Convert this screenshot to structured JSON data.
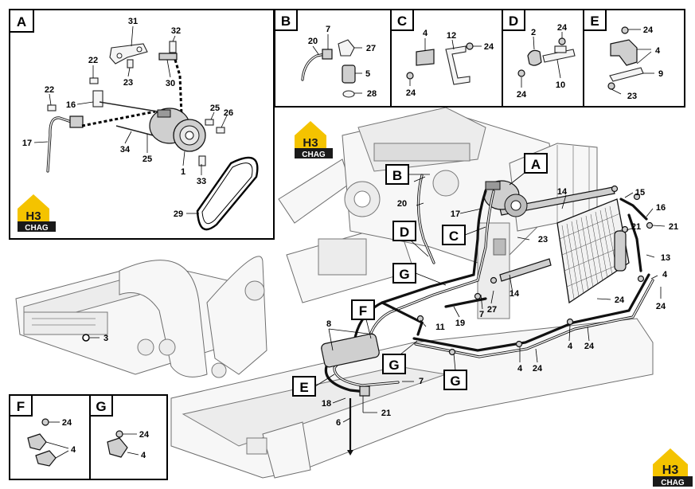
{
  "detail_tags": {
    "A": "A",
    "B": "B",
    "C": "C",
    "D": "D",
    "E": "E",
    "F": "F",
    "G": "G"
  },
  "logo": {
    "mark": "H3",
    "brand": "CHAG"
  },
  "callouts": {
    "A": [
      "31",
      "32",
      "22",
      "23",
      "30",
      "22",
      "16",
      "25",
      "26",
      "17",
      "34",
      "25",
      "1",
      "33",
      "29"
    ],
    "B": [
      "20",
      "7",
      "27",
      "5",
      "28"
    ],
    "C": [
      "4",
      "12",
      "24",
      "24"
    ],
    "D": [
      "2",
      "24",
      "24",
      "10"
    ],
    "E": [
      "24",
      "4",
      "9",
      "23"
    ],
    "F": [
      "24",
      "4"
    ],
    "G": [
      "24",
      "4"
    ],
    "main": [
      "20",
      "17",
      "23",
      "14",
      "15",
      "16",
      "21",
      "21",
      "13",
      "4",
      "24",
      "14",
      "24",
      "27",
      "7",
      "19",
      "11",
      "4",
      "24",
      "4",
      "24",
      "8",
      "3",
      "7",
      "18",
      "21",
      "6"
    ]
  }
}
